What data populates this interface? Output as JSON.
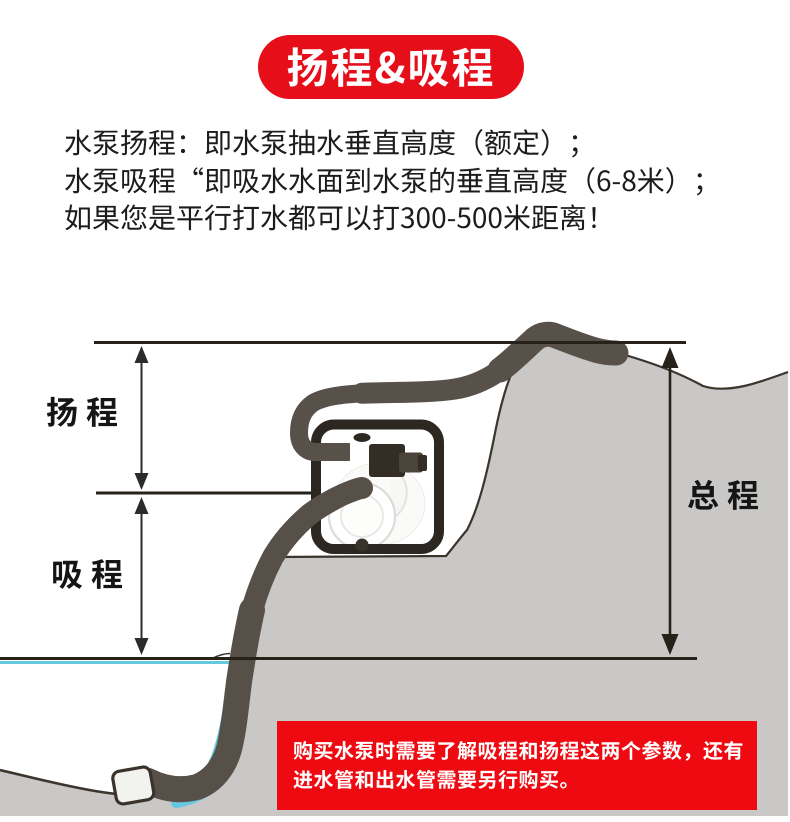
{
  "title_banner": {
    "text": "扬程&吸程",
    "bg_color": "#e60e19",
    "text_color": "#ffffff"
  },
  "description": {
    "lines": [
      "水泵扬程：即水泵抽水垂直高度（额定）；",
      "水泵吸程“即吸水水面到水泵的垂直高度（6-8米）；",
      "如果您是平行打水都可以打300-500米距离！"
    ]
  },
  "diagram": {
    "labels": {
      "lift": "扬程",
      "suction": "吸程",
      "total": "总程"
    },
    "colors": {
      "terrain_gray": "#c9c8c6",
      "hose_dark": "#58514a",
      "pump_frame": "#2c2721",
      "water_cyan": "#66c8de",
      "line_black": "#262219"
    }
  },
  "footnote": {
    "lines": [
      "购买水泵时需要了解吸程和扬程这两个参数，还有",
      "进水管和出水管需要另行购买。"
    ],
    "bg_color": "#ee0a10",
    "text_color": "#ffffff"
  }
}
